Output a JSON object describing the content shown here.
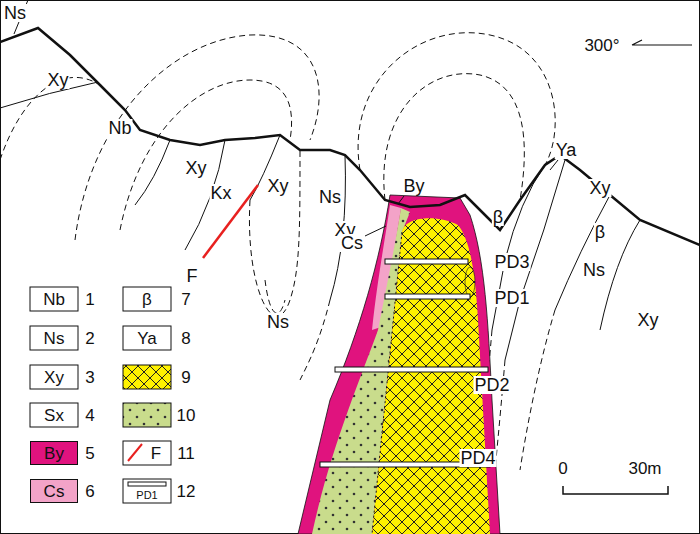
{
  "diagram": {
    "labels": [
      "Ns",
      "Xy",
      "Nb",
      "Xy",
      "Kx",
      "Xy",
      "Ns",
      "Xy",
      "Ns",
      "By",
      "Cs",
      "β",
      "Ya",
      "Xy",
      "β",
      "Ns",
      "Xy",
      "F",
      "PD3",
      "PD1",
      "PD2",
      "PD4",
      "300°",
      "0",
      "30m",
      "Nb",
      "Ns",
      "Xy",
      "Sx",
      "By",
      "Cs",
      "β",
      "Ya",
      "F",
      "PD1"
    ],
    "legend": [
      {
        "text": "1"
      },
      {
        "text": "2"
      },
      {
        "text": "3"
      },
      {
        "text": "4"
      },
      {
        "text": "5",
        "color": "#e0137e"
      },
      {
        "text": "6",
        "color": "#f3a3c8"
      },
      {
        "text": "7"
      },
      {
        "text": "8"
      },
      {
        "text": "9"
      },
      {
        "text": "10"
      },
      {
        "text": "11"
      },
      {
        "text": "12"
      }
    ]
  }
}
